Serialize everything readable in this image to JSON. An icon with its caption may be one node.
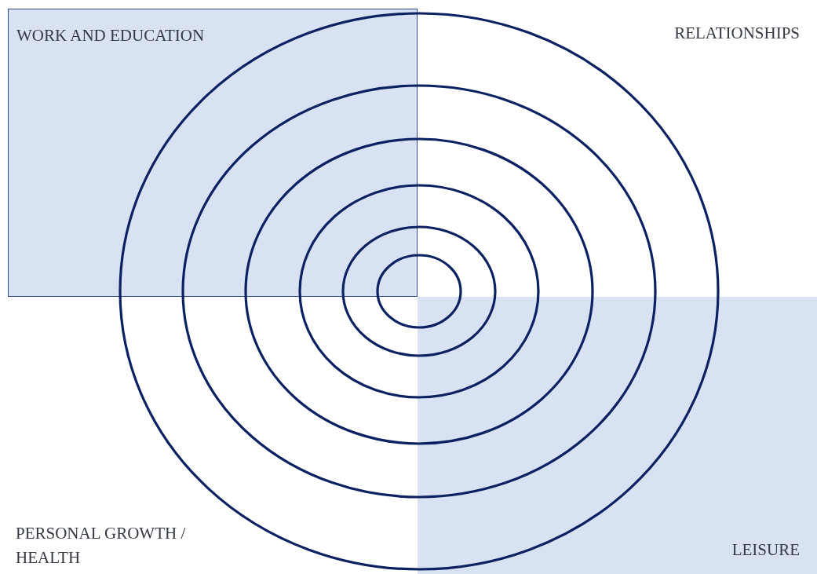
{
  "diagram": {
    "nodes": [
      {
        "text": [
          "WORK AND EDUCATION"
        ]
      },
      {
        "text": [
          "LEISURE"
        ]
      }
    ],
    "labels": [
      "RELATIONSHIPS",
      "PERSONAL GROWTH / HEALTH"
    ]
  }
}
